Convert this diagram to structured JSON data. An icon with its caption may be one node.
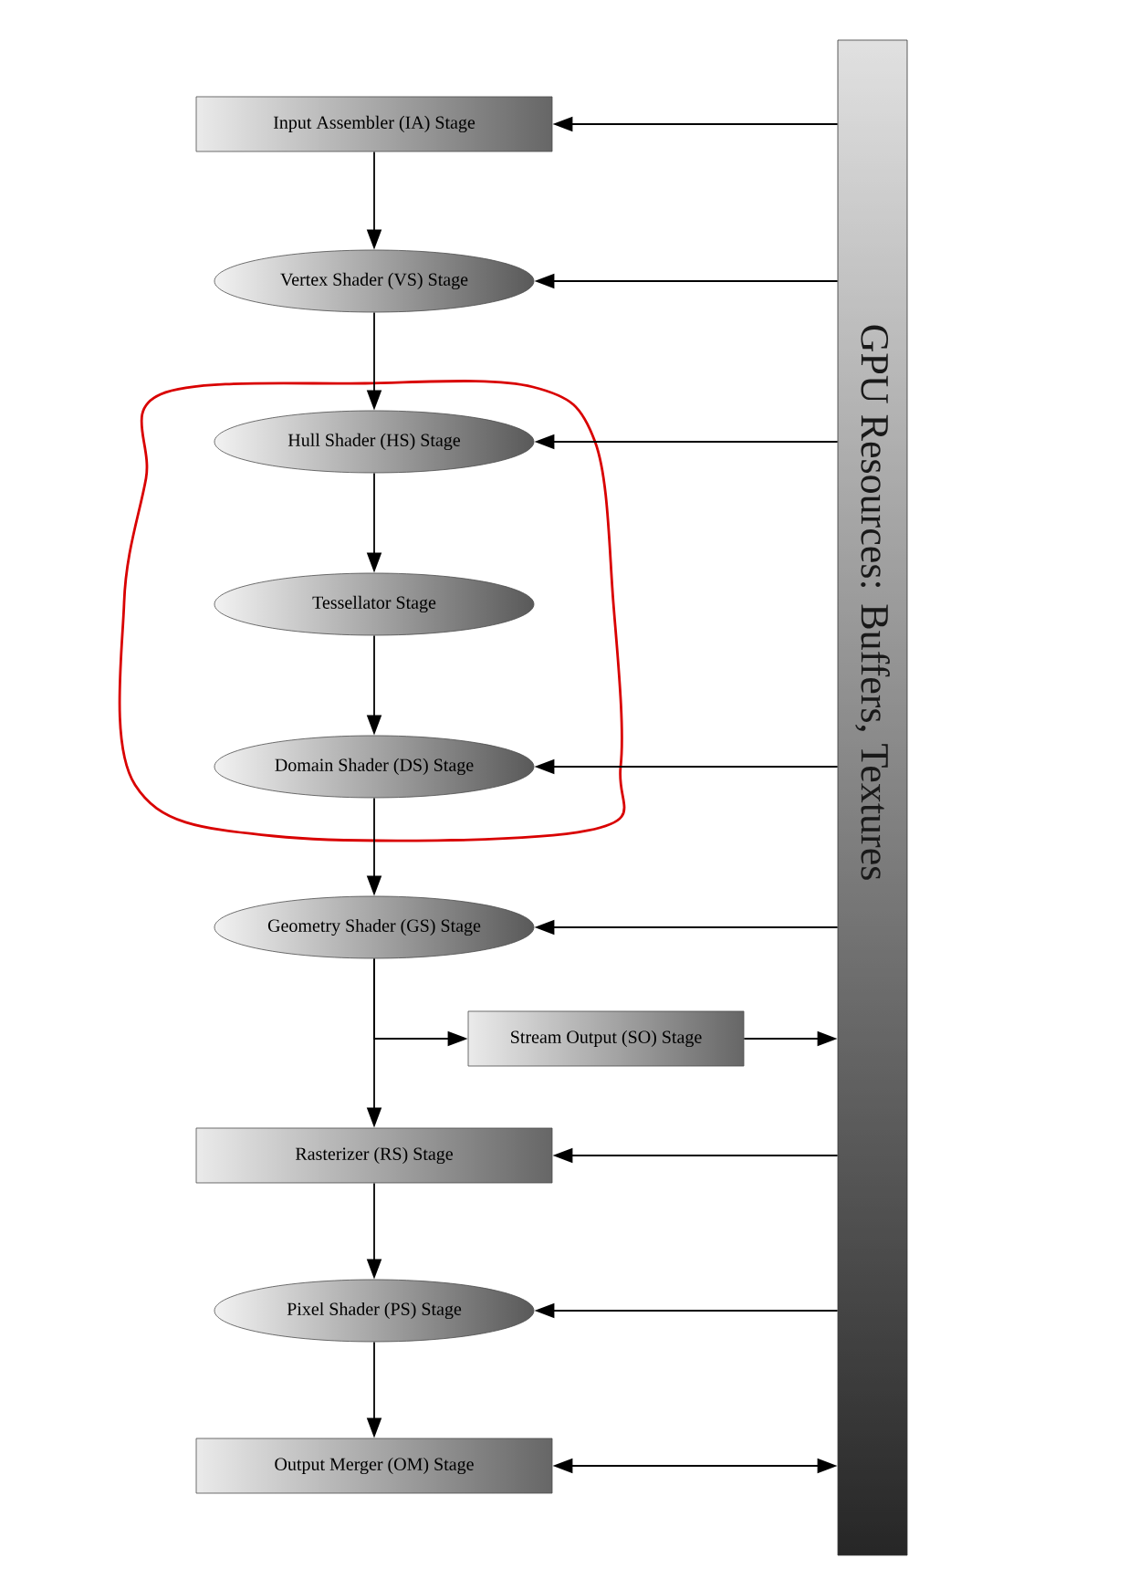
{
  "diagram": {
    "nodes": [
      {
        "text": [
          "Input Assembler (IA) Stage"
        ]
      },
      {
        "text": [
          "Vertex Shader (VS) Stage"
        ]
      },
      {
        "text": [
          "Hull Shader (HS) Stage"
        ]
      },
      {
        "text": [
          "Tessellator Stage"
        ]
      },
      {
        "text": [
          "Domain Shader (DS) Stage"
        ]
      },
      {
        "text": [
          "Geometry Shader (GS) Stage"
        ]
      },
      {
        "text": [
          "Stream Output (SO) Stage"
        ]
      },
      {
        "text": [
          "Rasterizer (RS) Stage"
        ]
      },
      {
        "text": [
          "Pixel Shader (PS) Stage"
        ]
      },
      {
        "text": [
          "Output Merger (OM) Stage"
        ]
      },
      {
        "text": [
          "GPU Resources: Buffers, Textures"
        ]
      }
    ],
    "edges": [
      {
        "from": 0,
        "to": 1,
        "arrow": "to"
      },
      {
        "from": 1,
        "to": 2,
        "arrow": "to"
      },
      {
        "from": 2,
        "to": 3,
        "arrow": "to"
      },
      {
        "from": 3,
        "to": 4,
        "arrow": "to"
      },
      {
        "from": 4,
        "to": 5,
        "arrow": "to"
      },
      {
        "from": 5,
        "to": 6,
        "arrow": "to"
      },
      {
        "from": 5,
        "to": 7,
        "arrow": "to"
      },
      {
        "from": 7,
        "to": 8,
        "arrow": "to"
      },
      {
        "from": 8,
        "to": 9,
        "arrow": "to"
      },
      {
        "from": 10,
        "to": 0,
        "arrow": "to"
      },
      {
        "from": 10,
        "to": 1,
        "arrow": "to"
      },
      {
        "from": 10,
        "to": 2,
        "arrow": "to"
      },
      {
        "from": 10,
        "to": 4,
        "arrow": "to"
      },
      {
        "from": 10,
        "to": 5,
        "arrow": "to"
      },
      {
        "from": 6,
        "to": 10,
        "arrow": "to"
      },
      {
        "from": 10,
        "to": 7,
        "arrow": "to"
      },
      {
        "from": 10,
        "to": 8,
        "arrow": "to"
      },
      {
        "from": 9,
        "to": 10,
        "arrow": "both"
      }
    ]
  }
}
